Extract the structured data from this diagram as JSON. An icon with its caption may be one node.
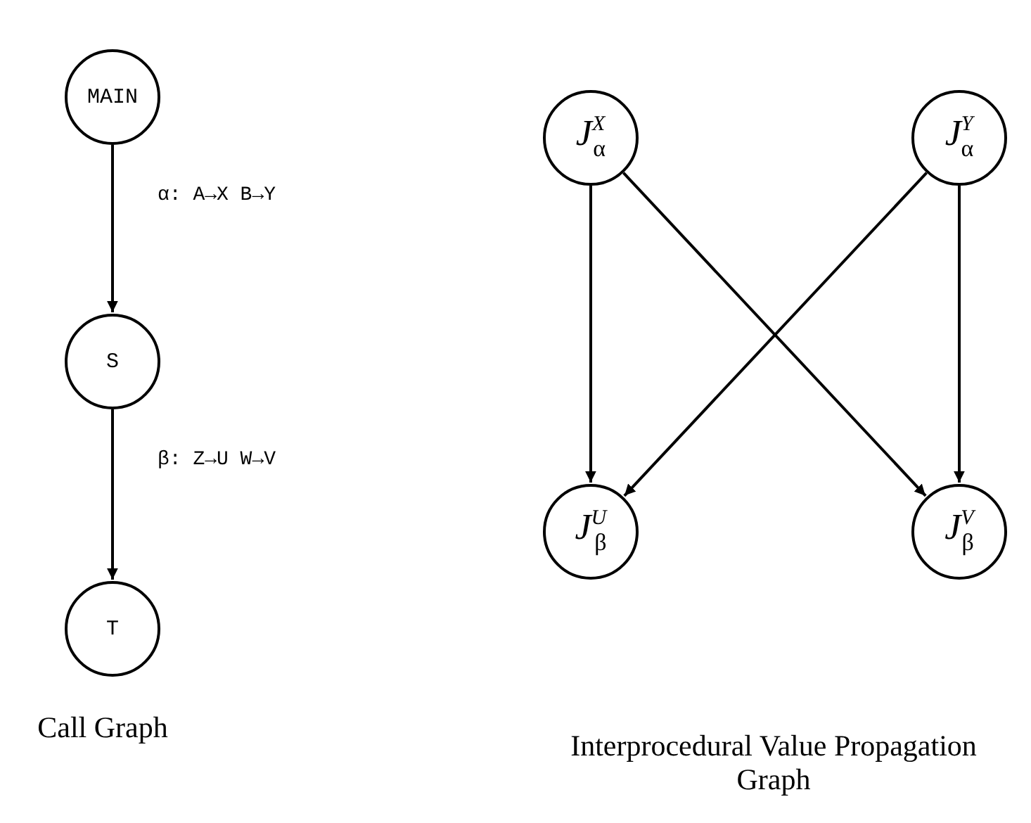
{
  "diagram": {
    "nodes": [
      {
        "text": [
          "MAIN"
        ]
      },
      {
        "text": [
          "S"
        ]
      },
      {
        "text": [
          "T"
        ]
      },
      {
        "text": [
          "*J*$^{X}$$_{α}$"
        ]
      },
      {
        "text": [
          "*J*$^{Y}$$_{α}$"
        ]
      },
      {
        "text": [
          "*J*$^{U}$$_{β}$"
        ]
      },
      {
        "text": [
          "*J*$^{V}$$_{β}$"
        ]
      }
    ],
    "edges": [
      {
        "from": 0,
        "to": 1,
        "arrow": "to",
        "label": "α: A→X B→Y"
      },
      {
        "from": 1,
        "to": 2,
        "arrow": "to",
        "label": "β: Z→U W→V"
      },
      {
        "from": 3,
        "to": 5,
        "arrow": "to"
      },
      {
        "from": 3,
        "to": 6,
        "arrow": "to"
      },
      {
        "from": 4,
        "to": 5,
        "arrow": "to"
      },
      {
        "from": 4,
        "to": 6,
        "arrow": "to"
      }
    ],
    "labels": [
      "Call Graph",
      "Interprocedural Value Propagation Graph"
    ]
  }
}
